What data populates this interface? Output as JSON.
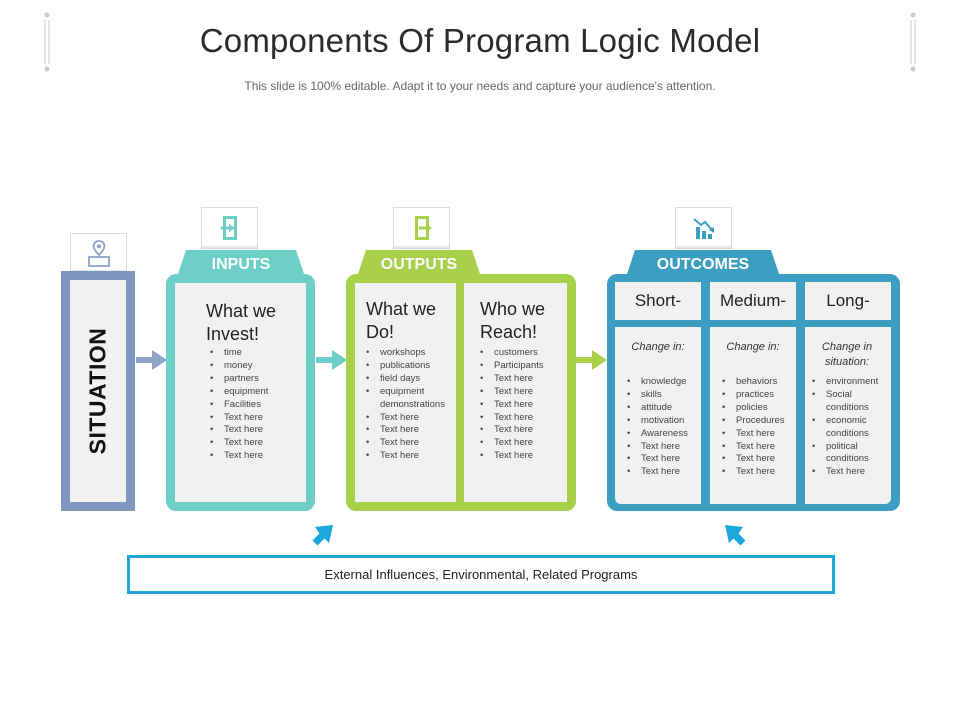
{
  "title": "Components Of Program Logic Model",
  "subtitle": "This slide is 100% editable. Adapt it to your needs and capture your audience's attention.",
  "situation": {
    "label": "SITUATION",
    "icon": "location-map-icon"
  },
  "inputs": {
    "tab": "INPUTS",
    "icon": "login-door-icon",
    "color": "#6dcfc6",
    "heading": "What we Invest!",
    "items": [
      "time",
      "money",
      "partners",
      "equipment",
      "Facilities",
      "Text here",
      "Text here",
      "Text here",
      "Text here"
    ]
  },
  "outputs": {
    "tab": "OUTPUTS",
    "icon": "logout-door-icon",
    "color": "#a8d04a",
    "col1": {
      "heading": "What we Do!",
      "items": [
        "workshops",
        "publications",
        "field days",
        "equipment demonstrations",
        "Text here",
        "Text here",
        "Text here",
        "Text here"
      ]
    },
    "col2": {
      "heading": "Who we Reach!",
      "items": [
        "customers",
        "Participants",
        "Text here",
        "Text here",
        "Text here",
        "Text here",
        "Text here",
        "Text here",
        "Text here"
      ]
    }
  },
  "outcomes": {
    "tab": "OUTCOMES",
    "icon": "chart-decline-icon",
    "color": "#3c9fc2",
    "columns": [
      {
        "head": "Short-",
        "change": "Change in:",
        "items": [
          "knowledge",
          "skills",
          "attitude",
          "motivation",
          "Awareness",
          "Text here",
          "Text here",
          "Text here"
        ]
      },
      {
        "head": "Medium-",
        "change": "Change in:",
        "items": [
          "behaviors",
          "practices",
          "policies",
          "Procedures",
          "Text here",
          "Text here",
          "Text here",
          "Text here"
        ]
      },
      {
        "head": "Long-",
        "change": "Change in situation:",
        "items": [
          "environment",
          "Social conditions",
          "economic conditions",
          "political conditions",
          "Text here"
        ]
      }
    ]
  },
  "external": {
    "label": "External Influences, Environmental, Related Programs",
    "color": "#1ea6df"
  },
  "colors": {
    "situation": "#7f96c0",
    "arrow_blue": "#8fa3c8",
    "arrow_teal": "#6dcfc6",
    "arrow_green": "#a8d04a",
    "arrow_up": "#1ea6df"
  }
}
